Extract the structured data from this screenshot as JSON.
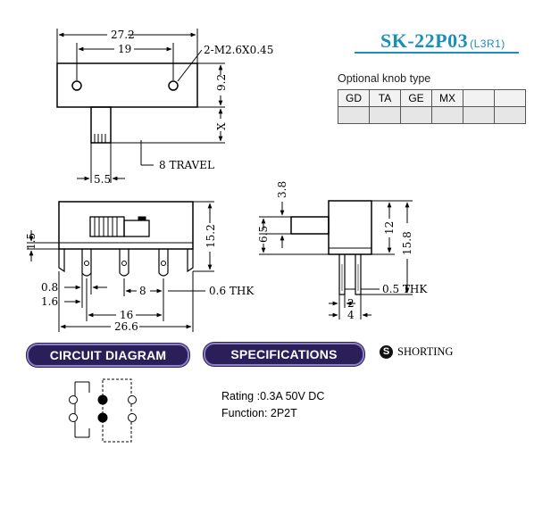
{
  "model": {
    "name": "SK-22P03",
    "suffix": "(L3R1)"
  },
  "knob_section": {
    "title": "Optional knob type",
    "types": [
      "GD",
      "TA",
      "GE",
      "MX",
      "",
      ""
    ]
  },
  "top_view": {
    "overall_width": "27.2",
    "hole_spacing": "19",
    "hole_note": "2-M2.6X0.45",
    "body_height": "9.2",
    "knob_length": "X",
    "travel": "8 TRAVEL",
    "knob_width": "5.5"
  },
  "front_view": {
    "base_offset": "1.5",
    "height": "15.2",
    "terminal_width": "0.8",
    "terminal_offset": "1.6",
    "terminal_spacing": "8",
    "thickness": "0.6 THK",
    "terminal_span": "16",
    "overall_width": "26.6"
  },
  "side_view": {
    "knob_diameter": "3.8",
    "knob_height": "6.5",
    "body_height": "12",
    "overall_height": "15.8",
    "thickness": "0.5 THK",
    "pin_spacing": "2",
    "pin_span": "4"
  },
  "labels": {
    "circuit_diagram": "CIRCUIT DIAGRAM",
    "specifications": "SPECIFICATIONS",
    "shorting_symbol": "S",
    "shorting": "SHORTING"
  },
  "specs": {
    "rating": "Rating :0.3A 50V DC",
    "function": "Function: 2P2T"
  }
}
